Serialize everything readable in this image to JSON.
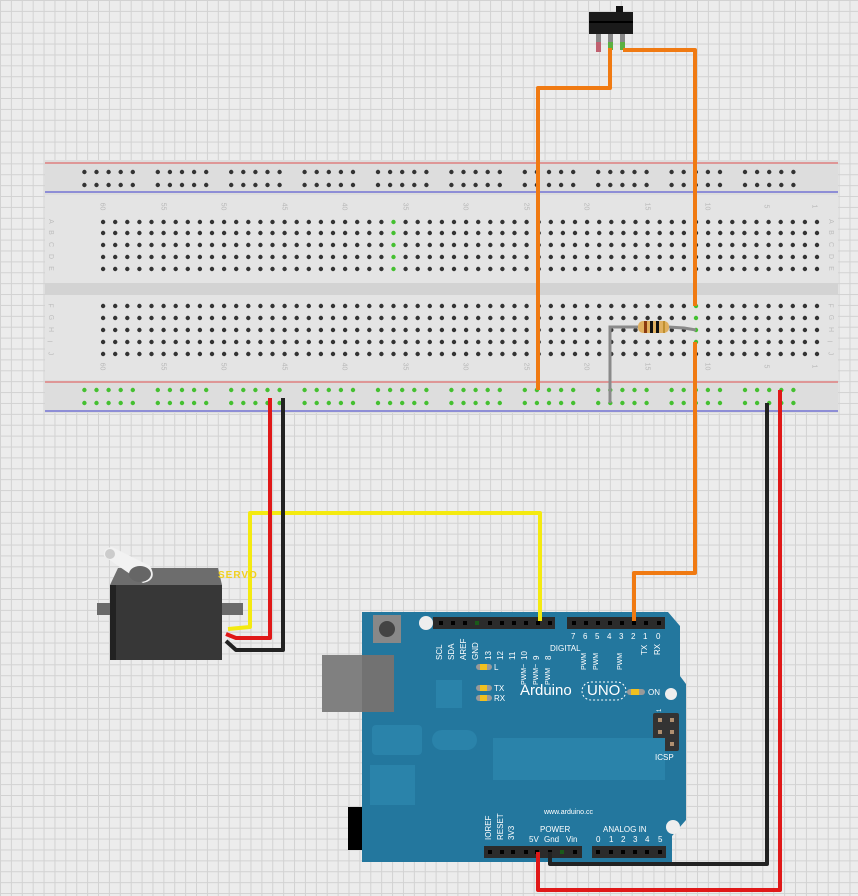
{
  "breadboard": {
    "column_labels": [
      "60",
      "55",
      "50",
      "45",
      "40",
      "35",
      "30",
      "25",
      "20",
      "15",
      "10",
      "5",
      "1"
    ],
    "row_labels_top": [
      "A",
      "B",
      "C",
      "D",
      "E"
    ],
    "row_labels_bottom": [
      "F",
      "G",
      "H",
      "I",
      "J"
    ],
    "rail_colors": {
      "positive": "#e05050",
      "negative": "#4040d0"
    }
  },
  "servo": {
    "label": "SERVO"
  },
  "arduino": {
    "brand": "Arduino",
    "model": "UNO",
    "on_label": "ON",
    "led_l": "L",
    "led_tx": "TX",
    "led_rx": "RX",
    "digital_label": "DIGITAL",
    "pins_left": [
      "SCL",
      "SDA",
      "AREF",
      "GND",
      "13",
      "12",
      "11",
      "10",
      "9",
      "8"
    ],
    "pwm_label": "PWM~",
    "pwm_plain": "PWM",
    "pins_right": [
      "7",
      "6",
      "5",
      "4",
      "3",
      "2",
      "1",
      "0"
    ],
    "tx_pin_label": "TX",
    "rx_pin_label": "RX",
    "icsp_label": "ICSP",
    "icsp_pin1": "1",
    "website": "www.arduino.cc",
    "power_label": "POWER",
    "power_pins": [
      "IOREF",
      "RESET",
      "3V3",
      "5V",
      "Gnd",
      "Vin"
    ],
    "analog_label": "ANALOG IN",
    "analog_pins": [
      "0",
      "1",
      "2",
      "3",
      "4",
      "5"
    ],
    "board_color": "#23779e"
  },
  "wire_colors": {
    "orange": "#f07a12",
    "red": "#e01818",
    "black": "#222222",
    "yellow": "#f4ea10",
    "gray": "#8a8a8a"
  }
}
